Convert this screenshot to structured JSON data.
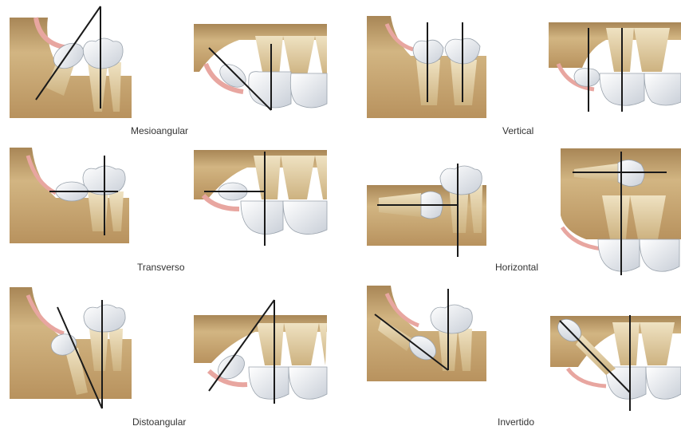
{
  "figure": {
    "panels": [
      {
        "id": "mesioangular",
        "label": "Mesioangular"
      },
      {
        "id": "vertical",
        "label": "Vertical"
      },
      {
        "id": "transverso",
        "label": "Transverso"
      },
      {
        "id": "horizontal",
        "label": "Horizontal"
      },
      {
        "id": "distoangular",
        "label": "Distoangular"
      },
      {
        "id": "invertido",
        "label": "Invertido"
      }
    ]
  },
  "colors": {
    "bone": "#c8a877",
    "bone_dark": "#8a6a44",
    "gum": "#e8a6a0",
    "tooth": "#e9edf2",
    "root": "#dcc79e",
    "line": "#1a1a1a"
  }
}
